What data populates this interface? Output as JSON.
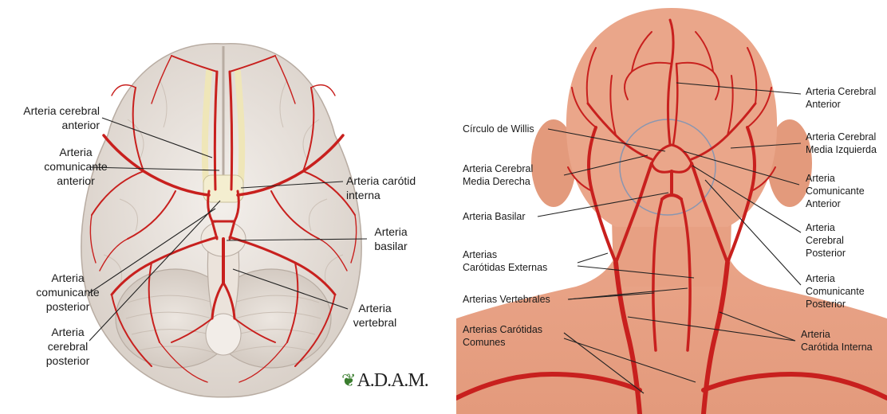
{
  "left": {
    "labels": {
      "cerebral_anterior": "Arteria cerebral\nanterior",
      "comunicante_anterior": "Arteria\ncomunicante\nanterior",
      "carotid_interna": "Arteria carótid\ninterna",
      "basilar": "Arteria\nbasilar",
      "comunicante_posterior": "Arteria\ncomunicante\nposterior",
      "cerebral_posterior": "Arteria\ncerebral\nposterior",
      "vertebral": "Arteria\nvertebral"
    },
    "logo": "A.D.A.M."
  },
  "right": {
    "labels": {
      "cerebral_anterior": "Arteria Cerebral\nAnterior",
      "circulo_willis": "Círculo de Willis",
      "cerebral_media_izquierda": "Arteria Cerebral\nMedia Izquierda",
      "cerebral_media_derecha": "Arteria Cerebral\nMedia Derecha",
      "comunicante_anterior": "Arteria\nComunicante\nAnterior",
      "basilar": "Arteria Basilar",
      "cerebral_posterior": "Arteria\nCerebral\nPosterior",
      "carotidas_externas": "Arterias\nCarótidas Externas",
      "comunicante_posterior": "Arteria\nComunicante\nPosterior",
      "vertebrales": "Arterias Vertebrales",
      "carotidas_comunes": "Arterias Carótidas\nComunes",
      "carotida_interna": "Arteria\nCarótida Interna"
    }
  },
  "colors": {
    "artery": "#c8201e",
    "brain": "#e8e2dc",
    "skin": "#e9a184",
    "leader": "#222222"
  }
}
